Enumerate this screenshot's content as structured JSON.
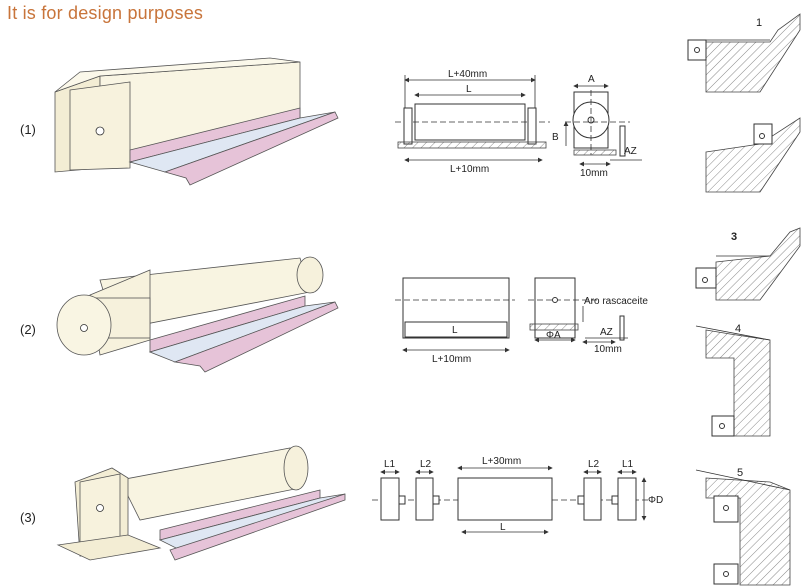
{
  "title": "It is for design purposes",
  "rows": {
    "r1": {
      "label": "(1)"
    },
    "r2": {
      "label": "(2)"
    },
    "r3": {
      "label": "(3)"
    }
  },
  "drawing1": {
    "top_dim": "L+40mm",
    "inner_dim": "L",
    "bottom_dim": "L+10mm",
    "a": "A",
    "b": "B",
    "az": "AZ",
    "ten": "10mm"
  },
  "drawing2": {
    "inner": "L",
    "bottom_dim": "L+10mm",
    "phi": "ΦA",
    "az": "AZ",
    "ten": "10mm",
    "aro": "Aro rascaceite"
  },
  "drawing3": {
    "l1_left": "L1",
    "l2_left": "L2",
    "top_dim": "L+30mm",
    "inner": "L",
    "l2_right": "L2",
    "l1_right": "L1",
    "phid": "ΦD"
  },
  "sections": {
    "s1": "1",
    "s3": "3",
    "s4": "4",
    "s5": "5"
  },
  "colors": {
    "title": "#c8743a",
    "cream": "#f6f1dc",
    "pink": "#e6c3d8",
    "blue": "#dfe7f3"
  }
}
